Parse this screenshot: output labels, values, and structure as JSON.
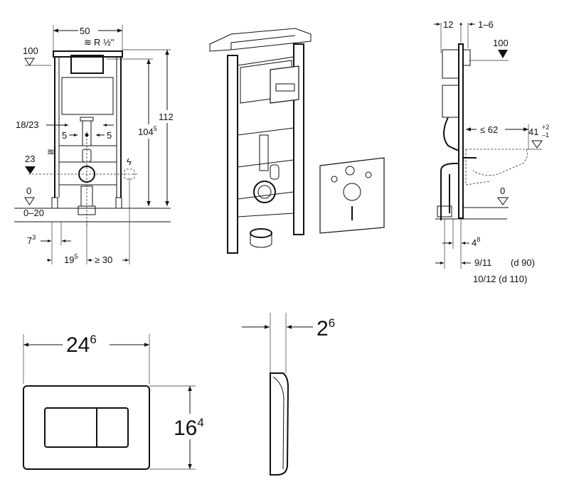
{
  "front_view": {
    "width": "50",
    "water_connection": "R ½\"",
    "level_100": "100",
    "spacing": "18/23",
    "offset_left": "5",
    "offset_right": "5",
    "height_main": "104",
    "height_main_sup": "5",
    "height_total": "112",
    "level_23": "23",
    "level_0": "0",
    "floor_range": "0–20",
    "leg_offset": "7",
    "leg_offset_sup": "3",
    "drain_offset": "19",
    "drain_offset_sup": "5",
    "power_offset": "≥ 30"
  },
  "side_view": {
    "depth": "12",
    "wall_range": "1–6",
    "level_100": "100",
    "bowl_depth": "≤ 62",
    "seat_height": "41",
    "seat_tol_plus": "+2",
    "seat_tol_minus": "–1",
    "level_0": "0",
    "frame_depth": "4",
    "frame_depth_sup": "8",
    "pipe_small": "9/11",
    "pipe_small_d": "(d 90)",
    "pipe_large": "10/12 (d 110)"
  },
  "flush_plate": {
    "width": "24",
    "width_sup": "6",
    "height": "16",
    "height_sup": "4",
    "thickness": "2",
    "thickness_sup": "6"
  }
}
